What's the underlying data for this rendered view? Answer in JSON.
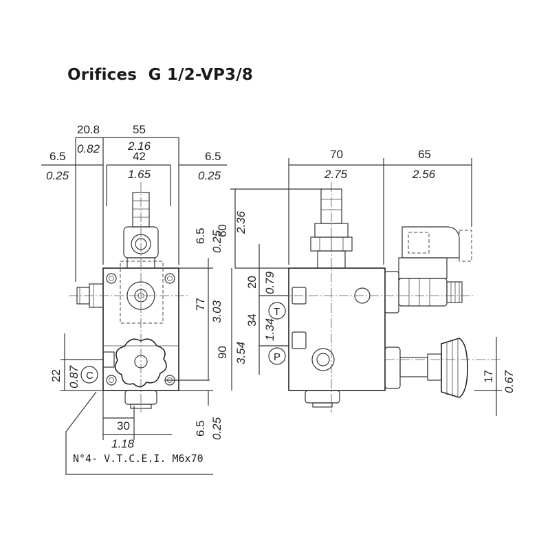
{
  "title": "Orifices  G 1/2-VP3/8",
  "ports": {
    "c": "C",
    "t": "T",
    "p": "P"
  },
  "note": "N°4-  V.T.C.E.I. M6x70",
  "left_view": {
    "dim_20_8": "20.8",
    "dim_0_82": "0.82",
    "dim_55": "55",
    "dim_2_16": "2.16",
    "dim_42": "42",
    "dim_1_65": "1.65",
    "dim_6_5_left": "6.5",
    "dim_0_25_left": "0.25",
    "dim_6_5_right": "6.5",
    "dim_0_25_right": "0.25",
    "dim_6_5_top": "6.5",
    "dim_0_25_top": "0.25",
    "dim_77": "77",
    "dim_3_03": "3.03",
    "dim_90": "90",
    "dim_3_54": "3.54",
    "dim_22": "22",
    "dim_0_87": "0.87",
    "dim_30": "30",
    "dim_1_18": "1.18",
    "dim_6_5_bottom": "6.5",
    "dim_0_25_bottom": "0.25"
  },
  "right_view": {
    "dim_70": "70",
    "dim_2_75": "2.75",
    "dim_65": "65",
    "dim_2_56": "2.56",
    "dim_60": "60",
    "dim_2_36": "2.36",
    "dim_20": "20",
    "dim_0_79": "0.79",
    "dim_34": "34",
    "dim_1_34": "1.34",
    "dim_17": "17",
    "dim_0_67": "0.67"
  }
}
